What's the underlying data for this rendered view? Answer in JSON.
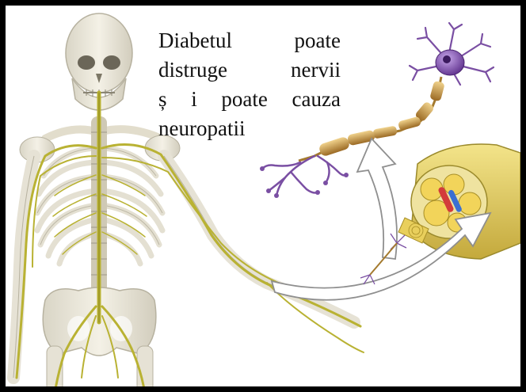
{
  "caption": {
    "line_1": "Diabetul poate",
    "line_2": "distruge nervii",
    "line_3": "ș i poate cauza",
    "line_4": "neuropatii"
  },
  "illustration": {
    "subjects": [
      "skeleton",
      "nerve-network",
      "neuron",
      "nerve-bundle-cross-section",
      "arrows"
    ]
  },
  "colors": {
    "frame": "#000000",
    "bone": "#e9e6da",
    "nerve": "#b9b233",
    "neuron": "#7a4fa3",
    "axon": "#c99b4a",
    "arrow": "#ffffff"
  }
}
